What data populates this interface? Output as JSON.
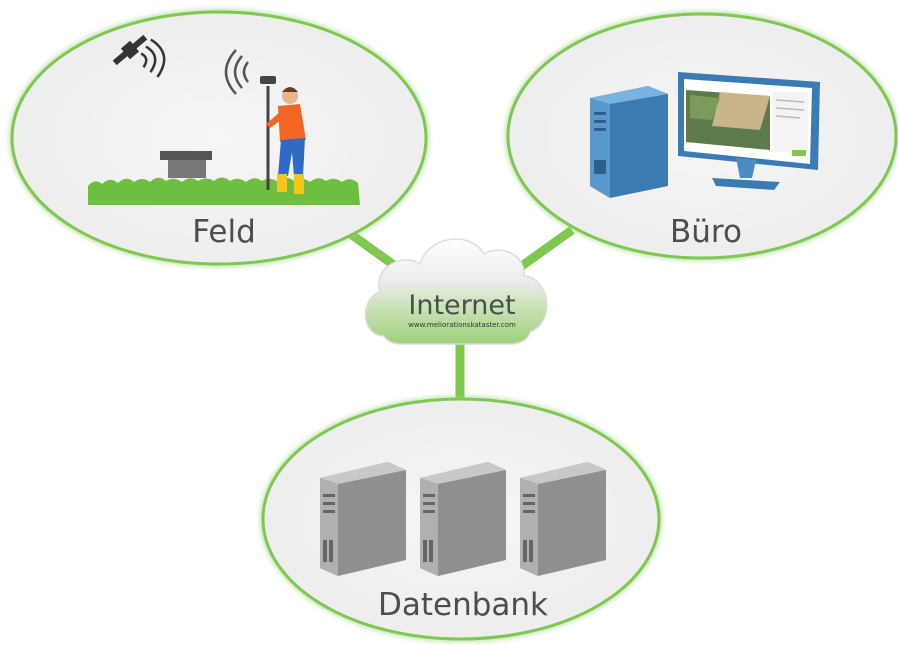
{
  "nodes": {
    "field": {
      "label": "Feld"
    },
    "office": {
      "label": "Büro"
    },
    "database": {
      "label": "Datenbank"
    }
  },
  "cloud": {
    "title": "Internet",
    "url": "www.meliorationskataster.com"
  },
  "colors": {
    "accent_green": "#7ec850",
    "ellipse_fill": "#f1f1f1",
    "text_gray": "#4d4d4d",
    "monitor_blue": "#4a8cc2",
    "server_gray": "#9a9a9a"
  }
}
